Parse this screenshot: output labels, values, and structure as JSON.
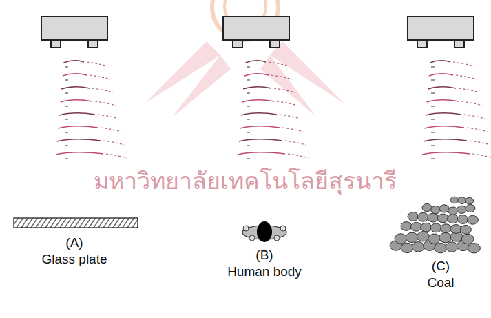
{
  "diagram": {
    "labels": [
      "(A)",
      "Glass plate",
      "(B)",
      "Human body",
      "(C)",
      "Coal",
      "มหาวิทยาลัยเทคโนโลยีสุรนารี"
    ]
  }
}
